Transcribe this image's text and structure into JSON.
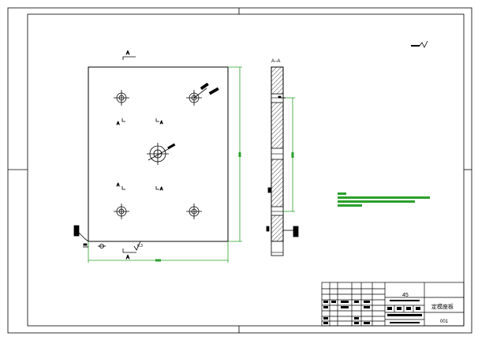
{
  "drawing": {
    "section_label": "A–A",
    "section_arrow_letter": "A",
    "view_label": "A",
    "surface_finish": "6.3",
    "material": "45",
    "part_name": "定模座板",
    "part_code": "001",
    "colors": {
      "line": "#000000",
      "dimension": "#2aa02a",
      "hatch": "#000000",
      "background": "#ffffff"
    }
  }
}
